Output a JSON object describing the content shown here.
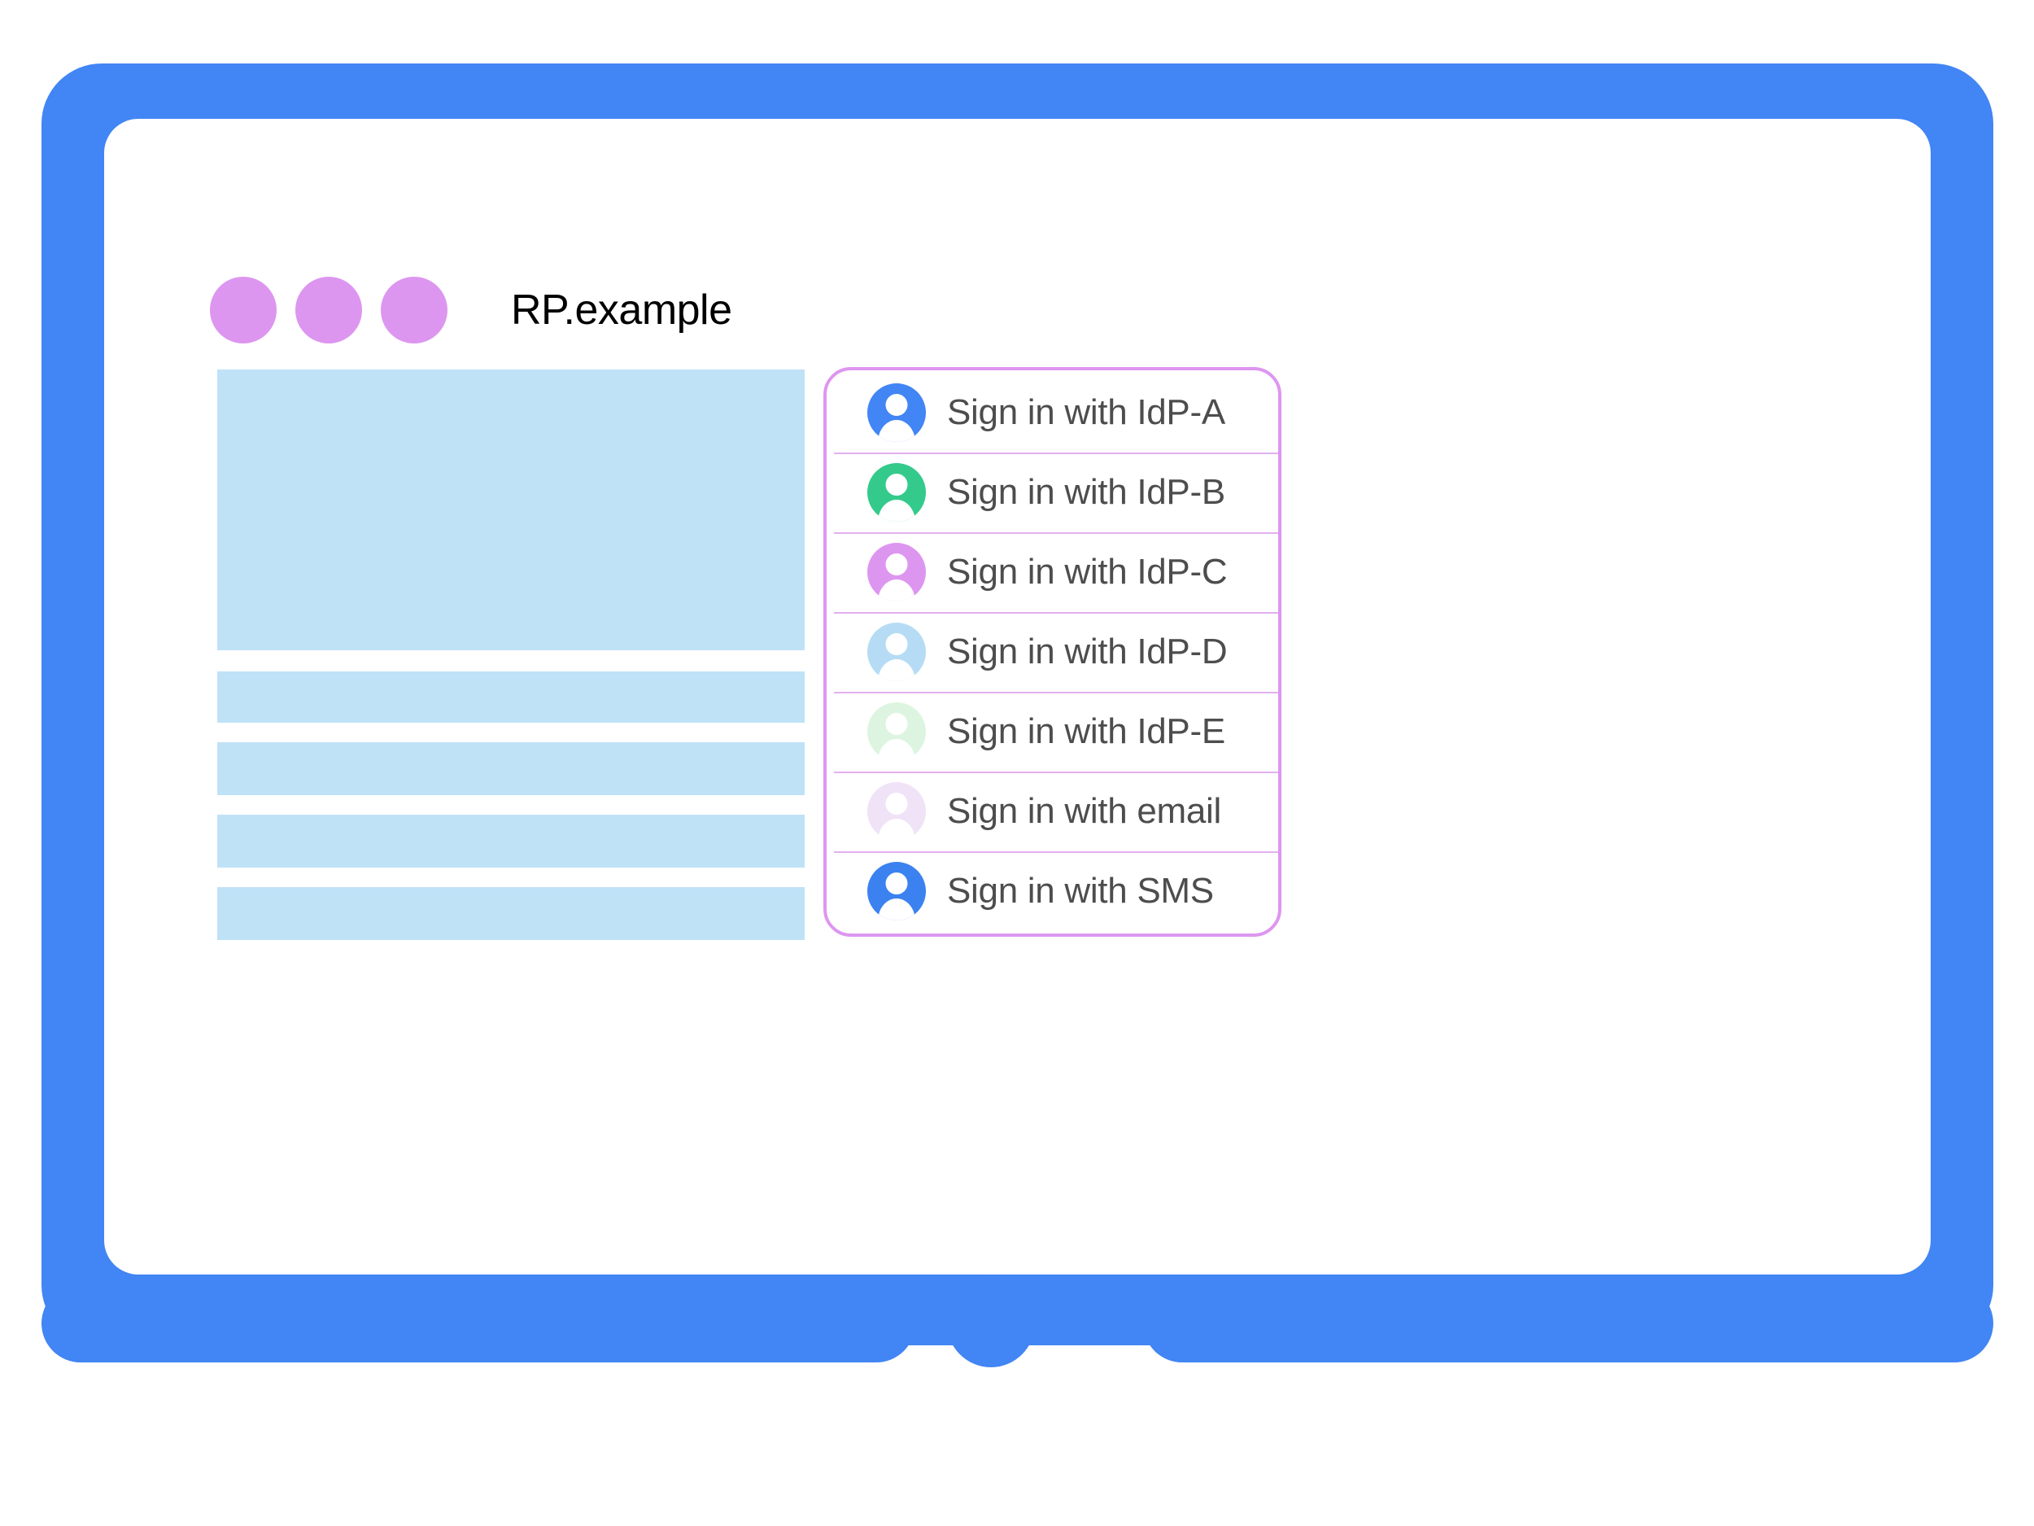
{
  "browser": {
    "site_title": "RP.example",
    "chrome_dots": [
      "dot-1",
      "dot-2",
      "dot-3"
    ],
    "chrome_dot_color": "#dd96f0"
  },
  "device": {
    "bezel_color": "#4285f4",
    "screen_color": "#ffffff",
    "home_button": "home-button"
  },
  "page_content": {
    "placeholder_color": "#bfe2f7",
    "blocks": [
      {
        "name": "hero-block"
      },
      {
        "name": "text-bar-1"
      },
      {
        "name": "text-bar-2"
      },
      {
        "name": "text-bar-3"
      },
      {
        "name": "text-bar-4"
      }
    ]
  },
  "signin_dialog": {
    "border_color": "#dd96f0",
    "separator_color": "#e3b0ef",
    "label_color": "#4d4d4d",
    "items": [
      {
        "label": "Sign in with IdP-A",
        "avatar_color": "#4285f4",
        "icon": "person-avatar-icon"
      },
      {
        "label": "Sign in with IdP-B",
        "avatar_color": "#34ca8c",
        "icon": "person-avatar-icon"
      },
      {
        "label": "Sign in with IdP-C",
        "avatar_color": "#dd96f0",
        "icon": "person-avatar-icon"
      },
      {
        "label": "Sign in with IdP-D",
        "avatar_color": "#b6dcf5",
        "icon": "person-avatar-icon"
      },
      {
        "label": "Sign in with IdP-E",
        "avatar_color": "#ddf5e0",
        "icon": "person-avatar-icon"
      },
      {
        "label": "Sign in with email",
        "avatar_color": "#f0e3f7",
        "icon": "person-avatar-icon"
      },
      {
        "label": "Sign in with SMS",
        "avatar_color": "#3b82f0",
        "icon": "person-avatar-icon"
      }
    ]
  }
}
